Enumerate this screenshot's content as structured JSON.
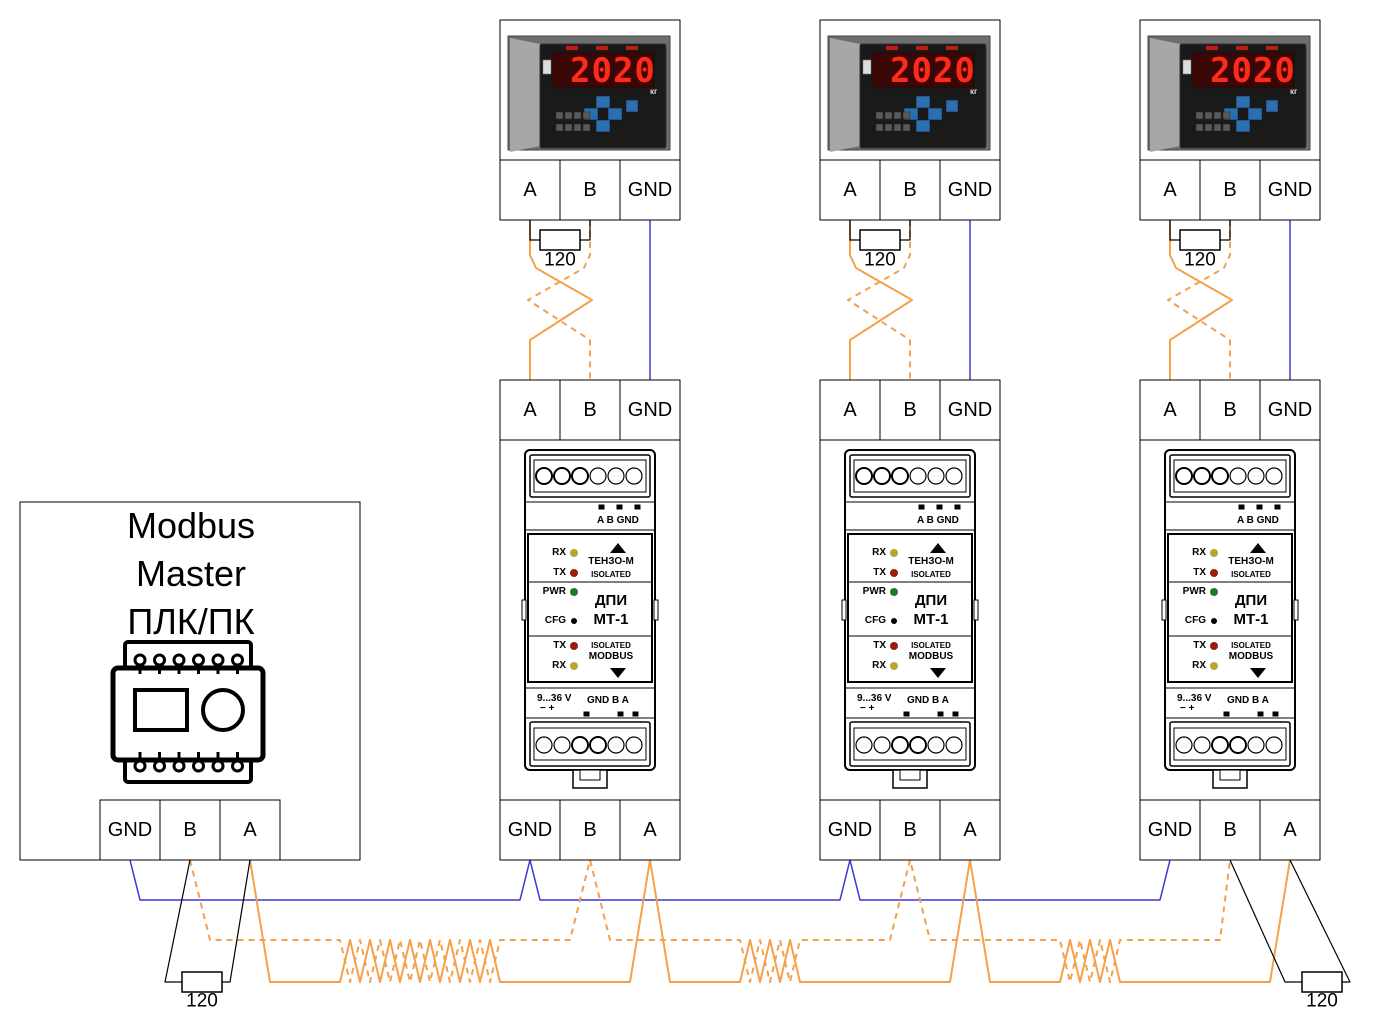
{
  "master": {
    "line1": "Modbus",
    "line2": "Master",
    "line3": "ПЛК/ПК"
  },
  "master_terminals": [
    "GND",
    "B",
    "A"
  ],
  "top_terminals": [
    "A",
    "B",
    "GND"
  ],
  "bottom_terminals": [
    "GND",
    "B",
    "A"
  ],
  "resistor_label": "120",
  "indicator_display": {
    "value": "2020",
    "unit": "кг"
  },
  "module": {
    "top_ports": "A  B GND",
    "rx": "RX",
    "tx": "TX",
    "pwr": "PWR",
    "cfg": "CFG",
    "tenzo": "ТЕНЗО-М",
    "isolated": "ISOLATED",
    "model_line1": "ДПИ",
    "model_line2": "МТ-1",
    "modbus": "MODBUS",
    "power_label": "9...36 V",
    "power_polarity": "−  +",
    "bottom_ports": "GND B  A"
  },
  "colors": {
    "data_line": "#f5a04a",
    "gnd_line": "#3838d8",
    "resistor_lead": "#000000",
    "led_yellow": "#b8a431",
    "led_red": "#9c1a10",
    "led_green": "#1e7a28"
  }
}
